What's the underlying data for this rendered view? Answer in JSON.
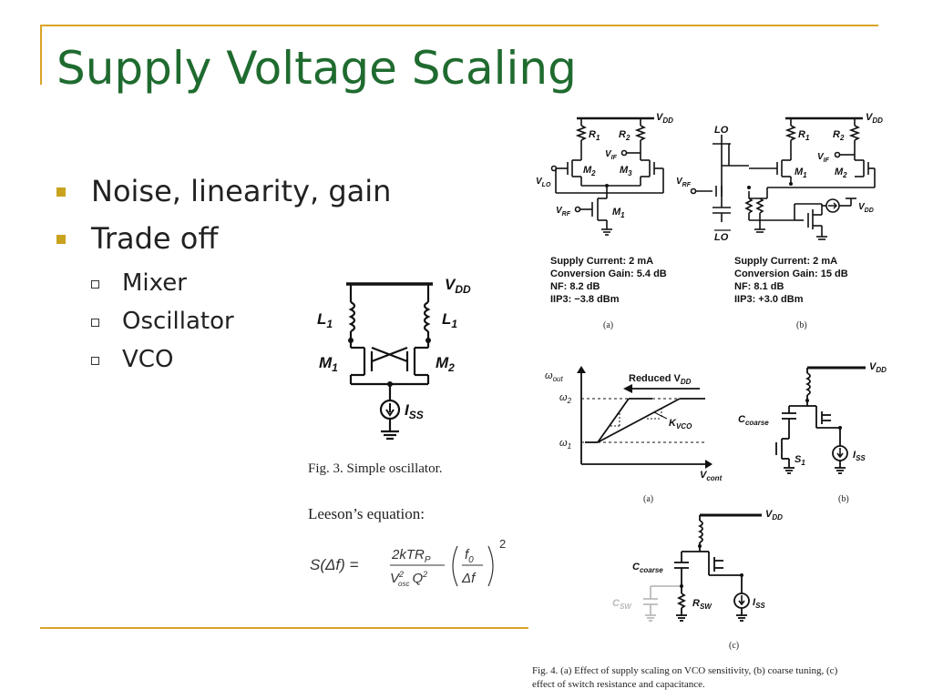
{
  "slide": {
    "title": "Supply Voltage Scaling",
    "bullets": [
      "Noise, linearity, gain",
      "Trade off"
    ],
    "sub_bullets": [
      "Mixer",
      "Oscillator",
      "VCO"
    ]
  },
  "fig3": {
    "vdd": "V",
    "vdd_sub": "DD",
    "l1_left": "L",
    "l1_right": "L",
    "l_sub": "1",
    "m1": "M",
    "m1_sub": "1",
    "m2": "M",
    "m2_sub": "2",
    "iss": "I",
    "iss_sub": "SS",
    "caption": "Fig. 3.  Simple oscillator."
  },
  "leeson": {
    "label": "Leeson’s equation:",
    "lhs": "S(Δf) =",
    "num": "2kTR",
    "num_sub": "P",
    "den": "V",
    "den_sup": "2",
    "den_sub": "osc",
    "den_q": "Q",
    "den_q_sup": "2",
    "paren_num": "f",
    "paren_num_sub": "0",
    "paren_den": "Δf",
    "power": "2"
  },
  "mixer_a": {
    "vdd": "V",
    "vdd_sub": "DD",
    "r1": "R",
    "r1_sub": "1",
    "r2": "R",
    "r2_sub": "2",
    "vif": "V",
    "vif_sub": "IF",
    "m2": "M",
    "m2_sub": "2",
    "m3": "M",
    "m3_sub": "3",
    "vlo": "V",
    "vlo_sub": "LO",
    "vrf": "V",
    "vrf_sub": "RF",
    "m1": "M",
    "m1_sub": "1",
    "stats": [
      "Supply Current: 2 mA",
      "Conversion Gain: 5.4 dB",
      "NF: 8.2 dB",
      "IIP3: −3.8 dBm"
    ],
    "label": "(a)"
  },
  "mixer_b": {
    "vdd": "V",
    "vdd_sub": "DD",
    "lo": "LO",
    "lo_bar": "LO",
    "r1": "R",
    "r1_sub": "1",
    "r2": "R",
    "r2_sub": "2",
    "vif": "V",
    "vif_sub": "IF",
    "m1": "M",
    "m1_sub": "1",
    "m2": "M",
    "m2_sub": "2",
    "vrf": "V",
    "vrf_sub": "RF",
    "vdd2": "V",
    "vdd2_sub": "DD",
    "stats": [
      "Supply Current: 2 mA",
      "Conversion Gain: 15 dB",
      "NF: 8.1 dB",
      "IIP3: +3.0 dBm"
    ],
    "label": "(b)"
  },
  "vco_a": {
    "w_out": "ω",
    "w_out_sub": "out",
    "w2": "ω",
    "w2_sub": "2",
    "w1": "ω",
    "w1_sub": "1",
    "reduced": "Reduced V",
    "reduced_sub": "DD",
    "kvco": "K",
    "kvco_sub": "VCO",
    "vcont": "V",
    "vcont_sub": "cont",
    "label": "(a)"
  },
  "vco_b": {
    "vdd": "V",
    "vdd_sub": "DD",
    "ccoarse": "C",
    "ccoarse_sub": "coarse",
    "s1": "S",
    "s1_sub": "1",
    "iss": "I",
    "iss_sub": "SS",
    "label": "(b)"
  },
  "vco_c": {
    "vdd": "V",
    "vdd_sub": "DD",
    "ccoarse": "C",
    "ccoarse_sub": "coarse",
    "csw": "C",
    "csw_sub": "SW",
    "rsw": "R",
    "rsw_sub": "SW",
    "iss": "I",
    "iss_sub": "SS",
    "label": "(c)"
  },
  "fig4": {
    "caption_line1": "Fig. 4.  (a) Effect of supply scaling on VCO sensitivity, (b) coarse tuning, (c)",
    "caption_line2": "effect of switch resistance and capacitance."
  },
  "colors": {
    "title": "#1f6b2f",
    "accent_line": "#d9a427",
    "bullet": "#c9a21e",
    "csw_gray": "#bbbbbb"
  }
}
